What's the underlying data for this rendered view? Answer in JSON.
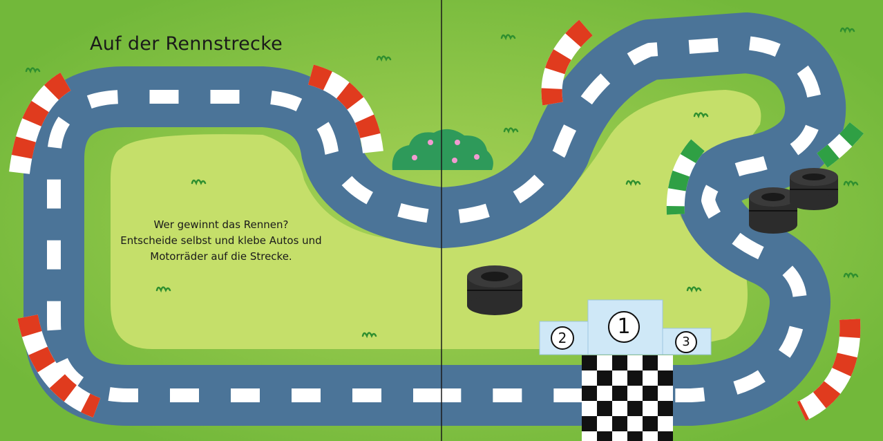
{
  "page": {
    "title": "Auf der Rennstrecke",
    "instructions": [
      "Wer gewinnt das Rennen?",
      "Entscheide selbst und klebe Autos und",
      "Motorräder auf die Strecke."
    ]
  },
  "podium": {
    "first": "1",
    "second": "2",
    "third": "3"
  },
  "colors": {
    "grass": "#7fc241",
    "grass_light": "#c5df6a",
    "track": "#4b7498",
    "curb_red": "#e03b1e",
    "curb_green": "#2fa044",
    "podium": "#cfe8f7",
    "bush": "#2e9a5a"
  }
}
